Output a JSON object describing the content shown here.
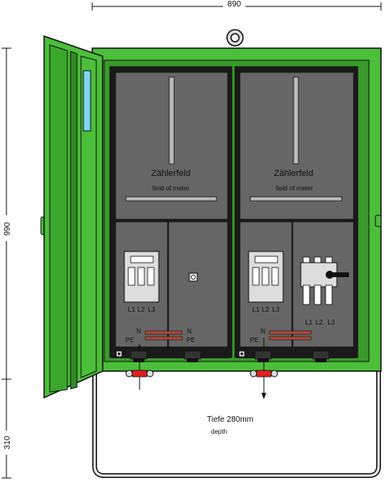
{
  "dimensions": {
    "width": "890",
    "height_cabinet": "990",
    "height_base": "310"
  },
  "compartments": {
    "left": {
      "meter_title": "Zählerfeld",
      "meter_subtitle": "field of meter",
      "phase_labels": [
        "L1",
        "L2",
        "L3"
      ],
      "bus_n": "N",
      "bus_pe": "PE",
      "bus_n_right": "N",
      "bus_pe_right": "PE"
    },
    "right": {
      "meter_title": "Zählerfeld",
      "meter_subtitle": "field of meter",
      "phase_labels": [
        "L1",
        "L2",
        "L3"
      ],
      "switch_labels": [
        "L1",
        "L2",
        "L3"
      ],
      "bus_n": "N",
      "bus_pe": "PE"
    }
  },
  "depth": {
    "label": "Tiefe 280mm",
    "sublabel": "depth"
  },
  "colors": {
    "cabinet_green": "#4cbf3a",
    "panel_gray": "#666666",
    "outline": "#111111"
  }
}
